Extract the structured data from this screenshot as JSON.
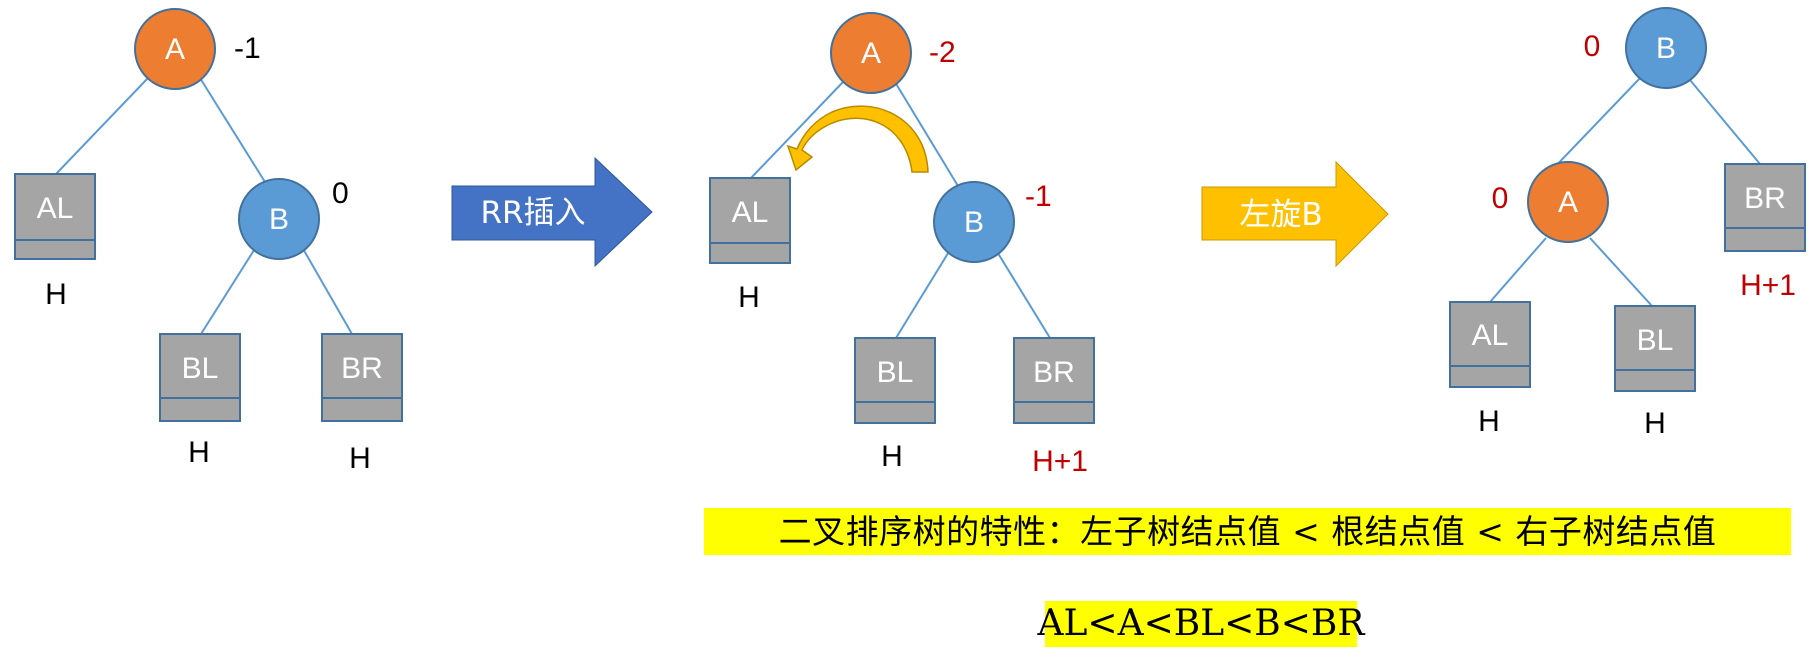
{
  "colors": {
    "node_a": "#ed7d31",
    "node_b": "#5b9bd5",
    "node_stroke": "#41719c",
    "subtree_fill": "#a5a5a5",
    "subtree_stroke": "#41719c",
    "edge": "#5b9bd5",
    "balance_black": "#000000",
    "balance_red": "#c00000",
    "arrow_blue": "#4472c4",
    "arrow_gold": "#ffc000",
    "highlight": "#ffff00"
  },
  "panel1": {
    "node_a": "A",
    "node_b": "B",
    "bf_a": "-1",
    "bf_b": "0",
    "al": "AL",
    "bl": "BL",
    "br": "BR",
    "h_al": "H",
    "h_bl": "H",
    "h_br": "H"
  },
  "arrow1": {
    "label": "RR插入"
  },
  "panel2": {
    "node_a": "A",
    "node_b": "B",
    "bf_a": "-2",
    "bf_b": "-1",
    "al": "AL",
    "bl": "BL",
    "br": "BR",
    "h_al": "H",
    "h_bl": "H",
    "h_br": "H+1",
    "rotate_icon": "curved-rotate-arrow-icon"
  },
  "arrow2": {
    "label": "左旋B"
  },
  "panel3": {
    "node_b": "B",
    "node_a": "A",
    "bf_b": "0",
    "bf_a": "0",
    "al": "AL",
    "bl": "BL",
    "br": "BR",
    "h_al": "H",
    "h_bl": "H",
    "h_br": "H+1"
  },
  "captions": {
    "property": "二叉排序树的特性：左子树结点值 < 根结点值 < 右子树结点值",
    "order": "AL<A<BL<B<BR"
  }
}
